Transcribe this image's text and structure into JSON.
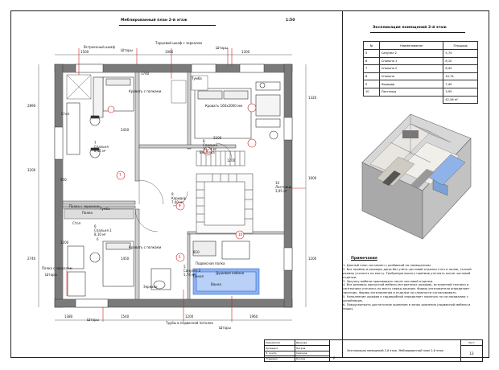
{
  "plan": {
    "title": "Меблированный план 2-й этаж",
    "scale": "1:50",
    "callouts": [
      "Встроенный шкаф",
      "Торцевой шкаф с зеркалом",
      "Шторы",
      "Шторы",
      "Шторы",
      "Шторы",
      "Вешалка"
    ],
    "rooms": [
      {
        "num": "7",
        "name": "Спальня",
        "area": "8,45 м²"
      },
      {
        "num": "6",
        "name": "Спальня 1",
        "area": "8,10 м²"
      },
      {
        "num": "8",
        "name": "Спальня",
        "area": "10,74 м²"
      },
      {
        "num": "9",
        "name": "Коридор",
        "area": "7,40 м²"
      },
      {
        "num": "5",
        "name": "Санузел 2",
        "area": "5,74 м²"
      },
      {
        "num": "10",
        "name": "Лестница",
        "area": "3,95 м²"
      }
    ],
    "furniture": [
      {
        "label": "Кровать 160х2000 мм"
      },
      {
        "label": "Кровать с полками"
      },
      {
        "label": "Кровать с полками"
      },
      {
        "label": "Стол"
      },
      {
        "label": "Стол"
      },
      {
        "label": "Ванна"
      },
      {
        "label": "Душевая кабина"
      },
      {
        "label": "Зеркало"
      },
      {
        "label": "Полка с зеркалом"
      },
      {
        "label": "Тумба"
      },
      {
        "label": "Тумба"
      },
      {
        "label": "Полка"
      }
    ],
    "bottom_labels": [
      "Полка с зеркалом",
      "Трубы в подвесной потолок",
      "Подвесная полка",
      "Пенал",
      "Шторы"
    ],
    "dims": {
      "top": [
        "1500",
        "1060",
        "1300"
      ],
      "bottom": [
        "1380",
        "1540",
        "1200",
        "1960"
      ],
      "left": [
        "2890",
        "3200",
        "2740"
      ],
      "right": [
        "1320",
        "1600",
        "1200"
      ],
      "inner": [
        "2450",
        "1740",
        "2100",
        "1200",
        "1450",
        "950",
        "1200",
        "810"
      ]
    },
    "circle_marks": [
      "7",
      "8",
      "9",
      "6",
      "5",
      "10"
    ]
  },
  "spec": {
    "title": "Экспликация помещений 2-й этаж",
    "headers": [
      "№",
      "Наименование",
      "Площадь"
    ],
    "rows": [
      [
        "5",
        "Санузел 2",
        "5,74"
      ],
      [
        "6",
        "Спальня 1",
        "8,10"
      ],
      [
        "7",
        "Спальня 2",
        "8,45"
      ],
      [
        "8",
        "Спальня",
        "10,74"
      ],
      [
        "9",
        "Коридор",
        "7,40"
      ],
      [
        "10",
        "Лестница",
        "3,95"
      ]
    ],
    "total": "42,56 м²"
  },
  "notes": {
    "title": "Примечания",
    "items": [
      "1. Данный план составлен с разбивкой по помещениям.",
      "2. Все проёмы и размеры даны без учёта чистовой отделки стен и полов, точный размер уточнять по месту. Требуемую высоту проёмов уточнять после чистовой отделки.",
      "3. Закупку мебели производить после чистовой отделки.",
      "4. Все размеры корпусной мебели (встроенных шкафов), встроенной техники и сантехники уточнять по месту перед заказом. Фирму-изготовителя определяет заказчик. Формы изготовления и отделки по сложности согласовывать.",
      "5. Наполнение шкафов и гардеробной определяет заказчик по согласованию с дизайнером.",
      "6. Предусмотреть достаточное хранение в зонах хранения (подвесной мебели и ниши)."
    ]
  },
  "stamp": {
    "cells": [
      "Разработал",
      "Проверил",
      "Н. контр.",
      "Утвердил"
    ],
    "names": [
      "Иванова",
      "Петров",
      "Сидоров",
      "Козлов"
    ],
    "title": "Экспликация помещений 2-й этаж. Меблированный план 2-й этаж",
    "sheet_label": "Лист",
    "sheet": "13",
    "stage": "Р"
  },
  "colors": {
    "wall": "#7a7a7a",
    "red_mark": "#d02020",
    "blue_fixture": "#2a6ad8"
  }
}
